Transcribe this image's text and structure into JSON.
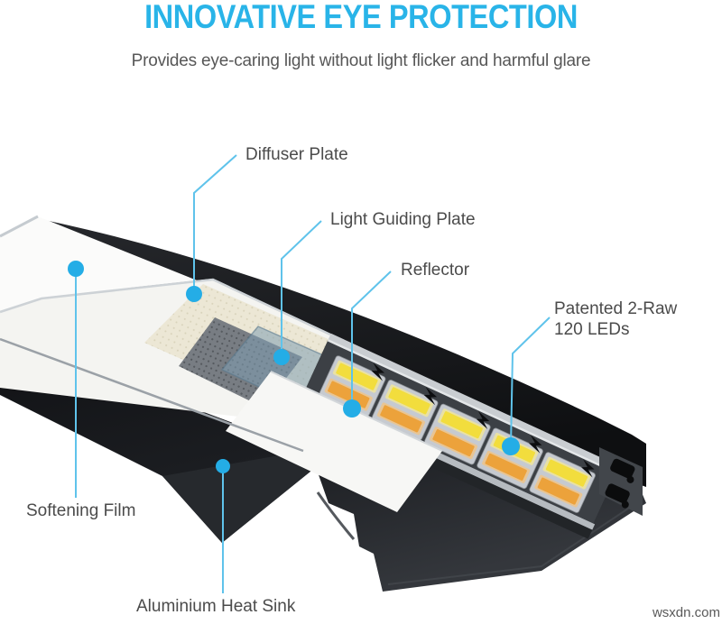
{
  "header": {
    "title": "INNOVATIVE EYE PROTECTION",
    "subtitle": "Provides eye-caring light without light flicker and harmful glare"
  },
  "diagram": {
    "type": "labeled-product-exploded-view",
    "subject": "LED panel light bar cross-section",
    "labels": [
      {
        "id": "diffuser-plate",
        "text": "Diffuser Plate"
      },
      {
        "id": "light-guiding-plate",
        "text": "Light Guiding Plate"
      },
      {
        "id": "reflector",
        "text": "Reflector"
      },
      {
        "id": "patented-leds",
        "line1": "Patented 2-Raw",
        "line2": "120 LEDs"
      },
      {
        "id": "softening-film",
        "text": "Softening Film"
      },
      {
        "id": "aluminium-heat-sink",
        "text": "Aluminium Heat Sink"
      }
    ],
    "colors": {
      "title_cyan": "#29b4e8",
      "leader_line": "#5fc3eb",
      "leader_dot": "#24ade6",
      "label_text": "#4b4b4b",
      "subtitle_text": "#575757",
      "housing_black": "#17191c",
      "led_yellow": "#f2dd3d",
      "led_orange": "#eca23b",
      "sheet_white": "#fbfbfa"
    }
  },
  "watermark": "wsxdn.com"
}
